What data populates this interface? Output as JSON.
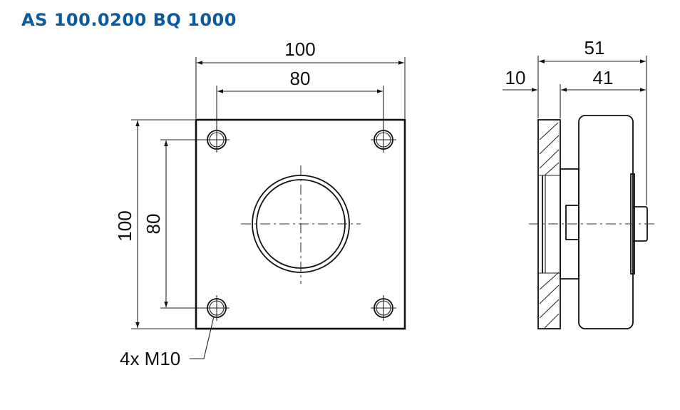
{
  "title": "AS 100.0200 BQ 1000",
  "colors": {
    "title": "#0b5aa0",
    "lines": "#111111"
  },
  "front_view": {
    "overall_width_label": "100",
    "hole_spacing_width_label": "80",
    "overall_height_label": "100",
    "hole_spacing_height_label": "80",
    "hole_callout": "4x M10"
  },
  "side_view": {
    "overall_depth_label": "51",
    "plate_thickness_label": "10",
    "body_depth_label": "41"
  }
}
